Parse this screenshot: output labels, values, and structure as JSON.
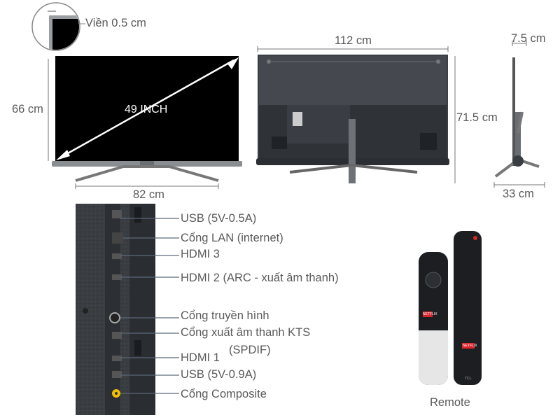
{
  "bezel": {
    "label": "Viền 0.5 cm"
  },
  "front": {
    "diagonal": "49 INCH",
    "height": "66 cm",
    "width": "82 cm"
  },
  "back": {
    "width": "112 cm",
    "height": "71.5 cm"
  },
  "side": {
    "depth_top": "7.5  cm",
    "depth_base": "33 cm"
  },
  "ports": [
    "USB (5V-0.5A)",
    "Cổng LAN (internet)",
    "HDMI 3",
    "HDMI 2 (ARC - xuất âm thanh)",
    "Cổng truyền hình",
    "Cổng xuất âm thanh KTS",
    "(SPDIF)",
    "HDMI 1",
    "USB (5V-0.9A)",
    "Cổng Composite"
  ],
  "remote": {
    "label": "Remote",
    "brand_badge": "NETFLIX",
    "small_brand": "TCL"
  },
  "colors": {
    "line": "#555555",
    "panel": "#333840",
    "screen": "#000000"
  }
}
